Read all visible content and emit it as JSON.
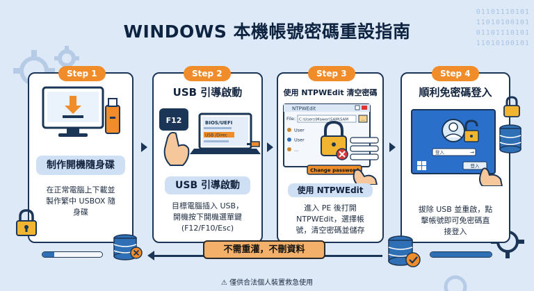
{
  "title": "WINDOWS 本機帳號密碼重設指南",
  "binary_lines": [
    "01101110101",
    "11010100101",
    "01101110101",
    "11010100101"
  ],
  "steps": [
    {
      "label": "Step 1",
      "band": "制作開機隨身碟",
      "body": [
        "在正常電腦上下載並",
        "製作繁中 USBOX 隨",
        "身碟"
      ]
    },
    {
      "label": "Step 2",
      "heading": "USB 引導啟動",
      "band": "USB 引導啟動",
      "body": [
        "目標電腦插入 USB，",
        "開機按下開機選單鍵",
        "(F12/F10/Esc)"
      ]
    },
    {
      "label": "Step 3",
      "heading": "使用 NTPWEdit 清空密碼",
      "band": "使用 NTPWEdit",
      "body": [
        "進入 PE 後打開",
        "NTPWEdit，選擇帳",
        "號，清空密碼並儲存"
      ]
    },
    {
      "label": "Step 4",
      "heading": "順利免密碼登入",
      "body": [
        "拔除 USB 並重啟，點",
        "擊帳號即可免密碼直",
        "接登入"
      ]
    }
  ],
  "screen2": {
    "key": "F12",
    "bios_title": "BIOS/UEFI",
    "bios_item": "USB /Direc"
  },
  "ntpwedit": {
    "window_title": "NTPWEdit",
    "file_label": "File:",
    "file_path": "C:\\Users\\Mawer\\SAM\\SAM",
    "browse_button": "...",
    "users": [
      "User",
      "User",
      "..."
    ],
    "change_button": "Change password"
  },
  "login": {
    "field_label": "登入",
    "button_label": "登入"
  },
  "banner": "不需重灌，不刪資料",
  "footer": "⚠ 僅供合法個人裝置救急使用",
  "progress": [
    {
      "value": 0.2
    },
    {
      "value": 1.0
    }
  ],
  "colors": {
    "accent": "#f08c2a",
    "dark": "#1b3556",
    "band": "#cfe0f5",
    "screen_blue": "#2a6fc9",
    "background": "#dde9f7"
  }
}
